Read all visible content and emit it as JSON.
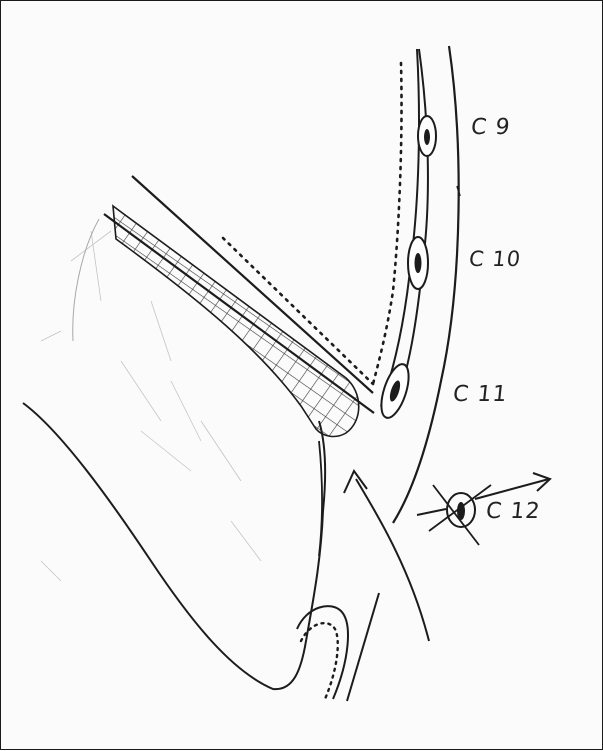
{
  "labels": {
    "c9": "C 9",
    "c10": "C 10",
    "c11": "C 11",
    "c12": "C 12"
  },
  "colors": {
    "ink": "#1c1c1c",
    "pencil": "#9a9a9a",
    "paper": "#fbfbfb"
  }
}
